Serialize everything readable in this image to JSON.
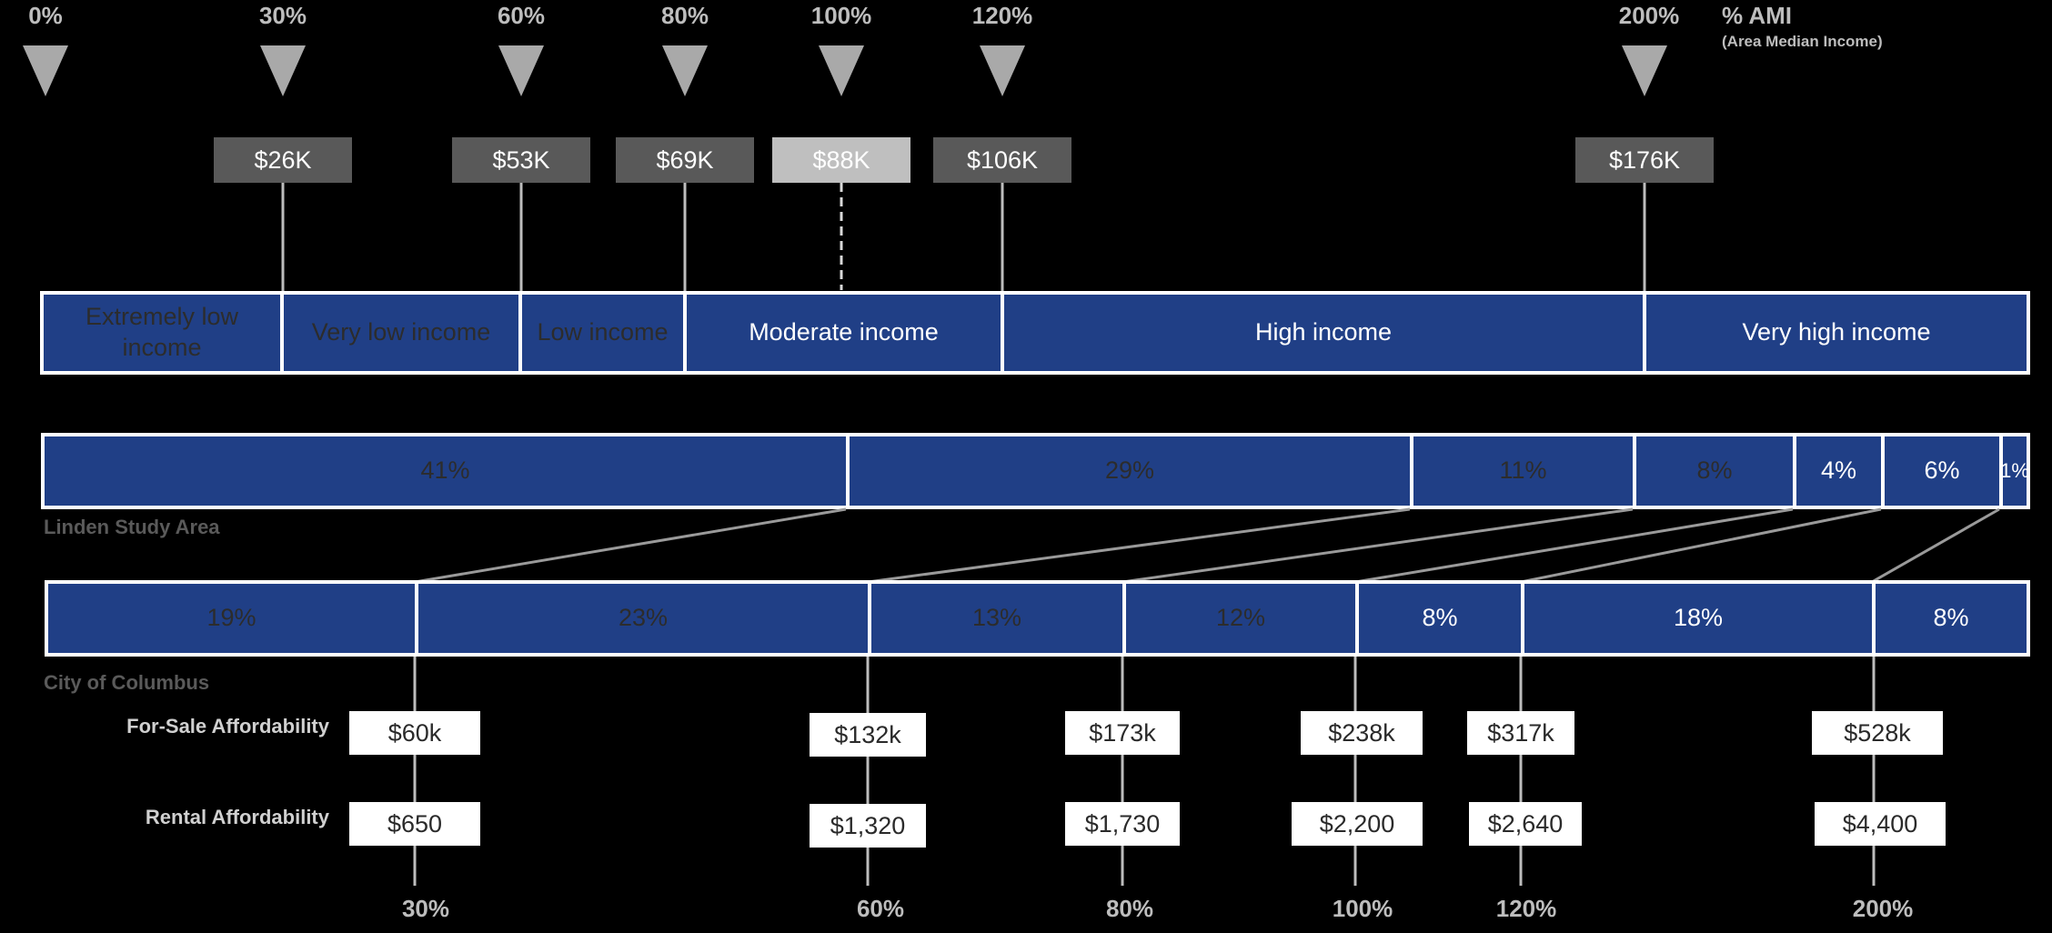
{
  "ami_legend": {
    "title": "% AMI",
    "subtitle": "(Area Median Income)"
  },
  "thresholds": [
    {
      "pct": "0%",
      "income": ""
    },
    {
      "pct": "30%",
      "income": "$26K"
    },
    {
      "pct": "60%",
      "income": "$53K"
    },
    {
      "pct": "80%",
      "income": "$69K"
    },
    {
      "pct": "100%",
      "income": "$88K"
    },
    {
      "pct": "120%",
      "income": "$106K"
    },
    {
      "pct": "200%",
      "income": "$176K"
    }
  ],
  "income_bands": [
    "Extremely low income",
    "Very low income",
    "Low income",
    "Moderate income",
    "High income",
    "Very high income"
  ],
  "linden": {
    "label": "Linden Study Area",
    "shares": [
      "41%",
      "29%",
      "11%",
      "8%",
      "4%",
      "6%",
      "1%"
    ]
  },
  "columbus": {
    "label": "City of Columbus",
    "shares": [
      "19%",
      "23%",
      "13%",
      "12%",
      "8%",
      "18%",
      "8%"
    ]
  },
  "affordability": {
    "for_sale_label": "For-Sale Affordability",
    "rental_label": "Rental Affordability",
    "for_sale": [
      "$60k",
      "$132k",
      "$173k",
      "$238k",
      "$317k",
      "$528k"
    ],
    "rental": [
      "$650",
      "$1,320",
      "$1,730",
      "$2,200",
      "$2,640",
      "$4,400"
    ],
    "pct_labels": [
      "30%",
      "60%",
      "80%",
      "100%",
      "120%",
      "200%"
    ]
  },
  "colors": {
    "bar": "#203f86",
    "threshold_box": "#595959",
    "median_box": "#bfbfbf"
  }
}
